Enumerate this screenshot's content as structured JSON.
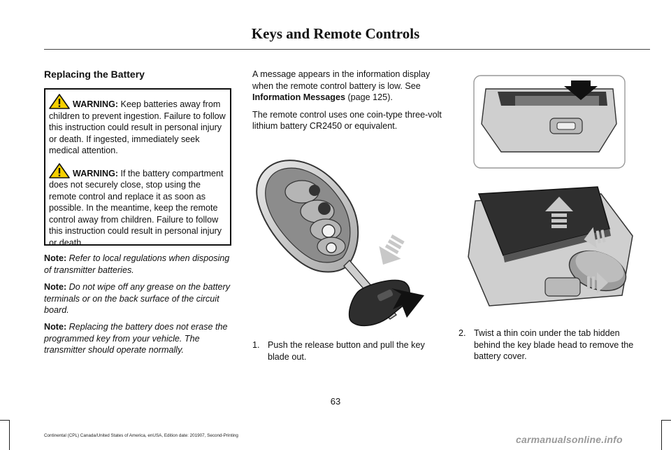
{
  "header": {
    "title": "Keys and Remote Controls"
  },
  "section": {
    "title": "Replacing the Battery"
  },
  "warnings": [
    {
      "label": "WARNING:",
      "text": " Keep batteries away from children to prevent ingestion. Failure to follow this instruction could result in personal injury or death. If ingested, immediately seek medical attention."
    },
    {
      "label": "WARNING:",
      "text": " If the battery compartment does not securely close, stop using the remote control and replace it as soon as possible. In the meantime, keep the remote control away from children. Failure to follow this instruction could result in personal injury or death."
    }
  ],
  "notes": [
    {
      "label": "Note:",
      "text": " Refer to local regulations when disposing of transmitter batteries."
    },
    {
      "label": "Note:",
      "text": " Do not wipe off any grease on the battery terminals or on the back surface of the circuit board."
    },
    {
      "label": "Note:",
      "text": "  Replacing the battery does not erase the programmed key from your vehicle.  The transmitter should operate normally."
    }
  ],
  "intro": {
    "p1_pre": "A message appears in the information display when the remote control battery is low.  See ",
    "p1_link": "Information Messages",
    "p1_post": " (page 125).",
    "p2": "The remote control uses one coin-type three-volt lithium battery CR2450 or equivalent."
  },
  "steps": [
    {
      "num": "1.",
      "text": "Push the release button and pull the key blade out."
    },
    {
      "num": "2.",
      "text": "Twist a thin coin under the tab hidden behind the key blade head to remove the battery cover."
    }
  ],
  "page_number": "63",
  "footer": "Continental (CPL) Canada/United States of America, enUSA, Edition date: 201907, Second-Printing",
  "watermark": "carmanualsonline.info",
  "colors": {
    "warning_yellow": "#f5d000",
    "arrow_gray": "#c8c8c8",
    "key_dark": "#2e2e2e"
  }
}
